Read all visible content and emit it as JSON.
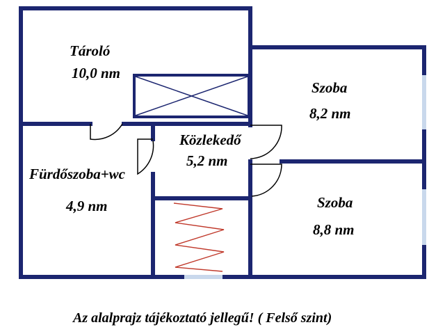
{
  "rooms": {
    "tarolo": {
      "name": "Tároló",
      "area": "10,0 nm"
    },
    "szoba_top": {
      "name": "Szoba",
      "area": "8,2 nm"
    },
    "kozlekedo": {
      "name": "Közlekedő",
      "area": "5,2 nm"
    },
    "furdoszoba": {
      "name": "Fürdőszoba+wc",
      "area": "4,9 nm"
    },
    "szoba_bottom": {
      "name": "Szoba",
      "area": "8,8 nm"
    }
  },
  "caption": "Az alalprajz tájékoztató jellegű! ( Felső szint)",
  "colors": {
    "wall": "#1c2670",
    "window": "#c9d8ec",
    "stair": "#c0392b",
    "text": "#000000"
  }
}
